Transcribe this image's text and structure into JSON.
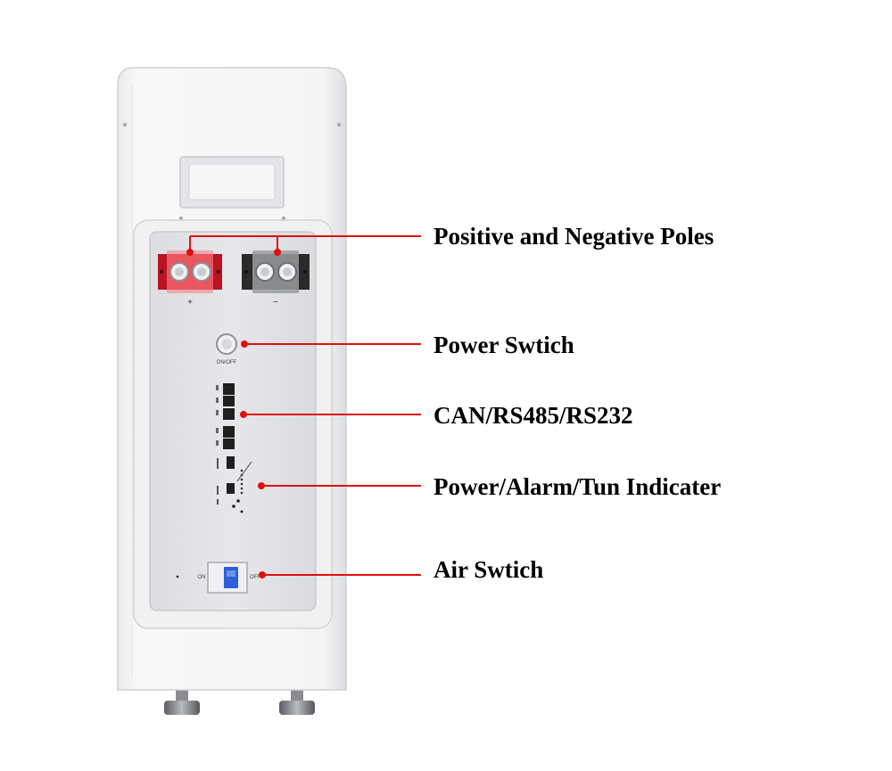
{
  "device": {
    "positive_mark": "+",
    "negative_mark": "−",
    "power_label": "ON/OFF",
    "breaker_on": "ON",
    "breaker_off": "OFF"
  },
  "callouts": [
    {
      "id": "poles",
      "label": "Positive and Negative Poles"
    },
    {
      "id": "power",
      "label": "Power Swtich"
    },
    {
      "id": "comm",
      "label": "CAN/RS485/RS232"
    },
    {
      "id": "indicator",
      "label": "Power/Alarm/Tun Indicater"
    },
    {
      "id": "air",
      "label": "Air Swtich"
    }
  ],
  "colors": {
    "leader": "#e01010",
    "positive_terminal": "#e02a38",
    "negative_terminal": "#2a2a2a",
    "breaker_toggle": "#2f5fd8"
  }
}
